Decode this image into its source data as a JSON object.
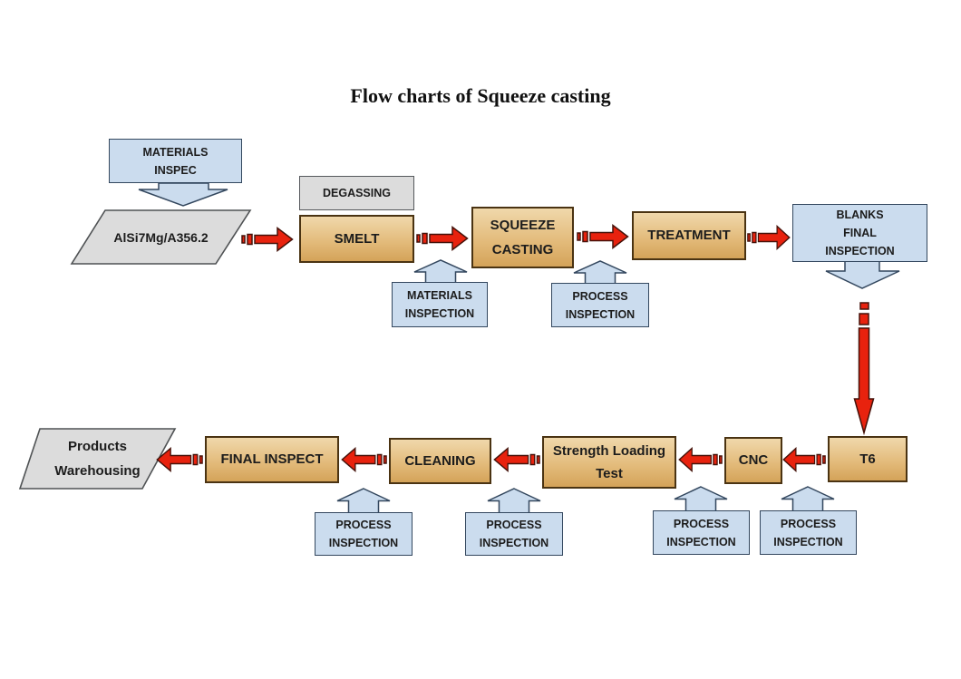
{
  "title": "Flow charts of Squeeze casting",
  "palette": {
    "process_box_top": "#f0d8ab",
    "process_box_bottom": "#d4a359",
    "inspection_box_fill": "#cbdcee",
    "inspection_box_border": "#33475e",
    "data_box_fill": "#dcdcdc",
    "arrow_red": "#e8220e",
    "title_color": "#111111"
  },
  "nodes": {
    "materials_inspec": {
      "lines": [
        "MATERIALS",
        "INSPEC"
      ]
    },
    "alsi7mg": {
      "lines": [
        "AlSi7Mg/A356.2"
      ]
    },
    "degassing": {
      "lines": [
        "DEGASSING"
      ]
    },
    "smelt": {
      "lines": [
        "SMELT"
      ]
    },
    "materials_inspection": {
      "lines": [
        "MATERIALS",
        "INSPECTION"
      ]
    },
    "squeeze_casting": {
      "lines": [
        "SQUEEZE",
        "CASTING"
      ]
    },
    "process_inspection_top": {
      "lines": [
        "PROCESS",
        "INSPECTION"
      ]
    },
    "treatment": {
      "lines": [
        "TREATMENT"
      ]
    },
    "blanks_final_inspection": {
      "lines": [
        "BLANKS",
        "FINAL",
        "INSPECTION"
      ]
    },
    "t6": {
      "lines": [
        "T6"
      ]
    },
    "cnc": {
      "lines": [
        "CNC"
      ]
    },
    "strength_loading_test": {
      "lines": [
        "Strength Loading",
        "Test"
      ]
    },
    "cleaning": {
      "lines": [
        "CLEANING"
      ]
    },
    "final_inspect": {
      "lines": [
        "FINAL INSPECT"
      ]
    },
    "products_warehousing": {
      "lines": [
        "Products",
        "Warehousing"
      ]
    },
    "process_inspection_final": {
      "lines": [
        "PROCESS",
        "INSPECTION"
      ]
    },
    "process_inspection_cleaning": {
      "lines": [
        "PROCESS",
        "INSPECTION"
      ]
    },
    "process_inspection_strength": {
      "lines": [
        "PROCESS",
        "INSPECTION"
      ]
    },
    "process_inspection_cnc": {
      "lines": [
        "PROCESS",
        "INSPECTION"
      ]
    }
  }
}
